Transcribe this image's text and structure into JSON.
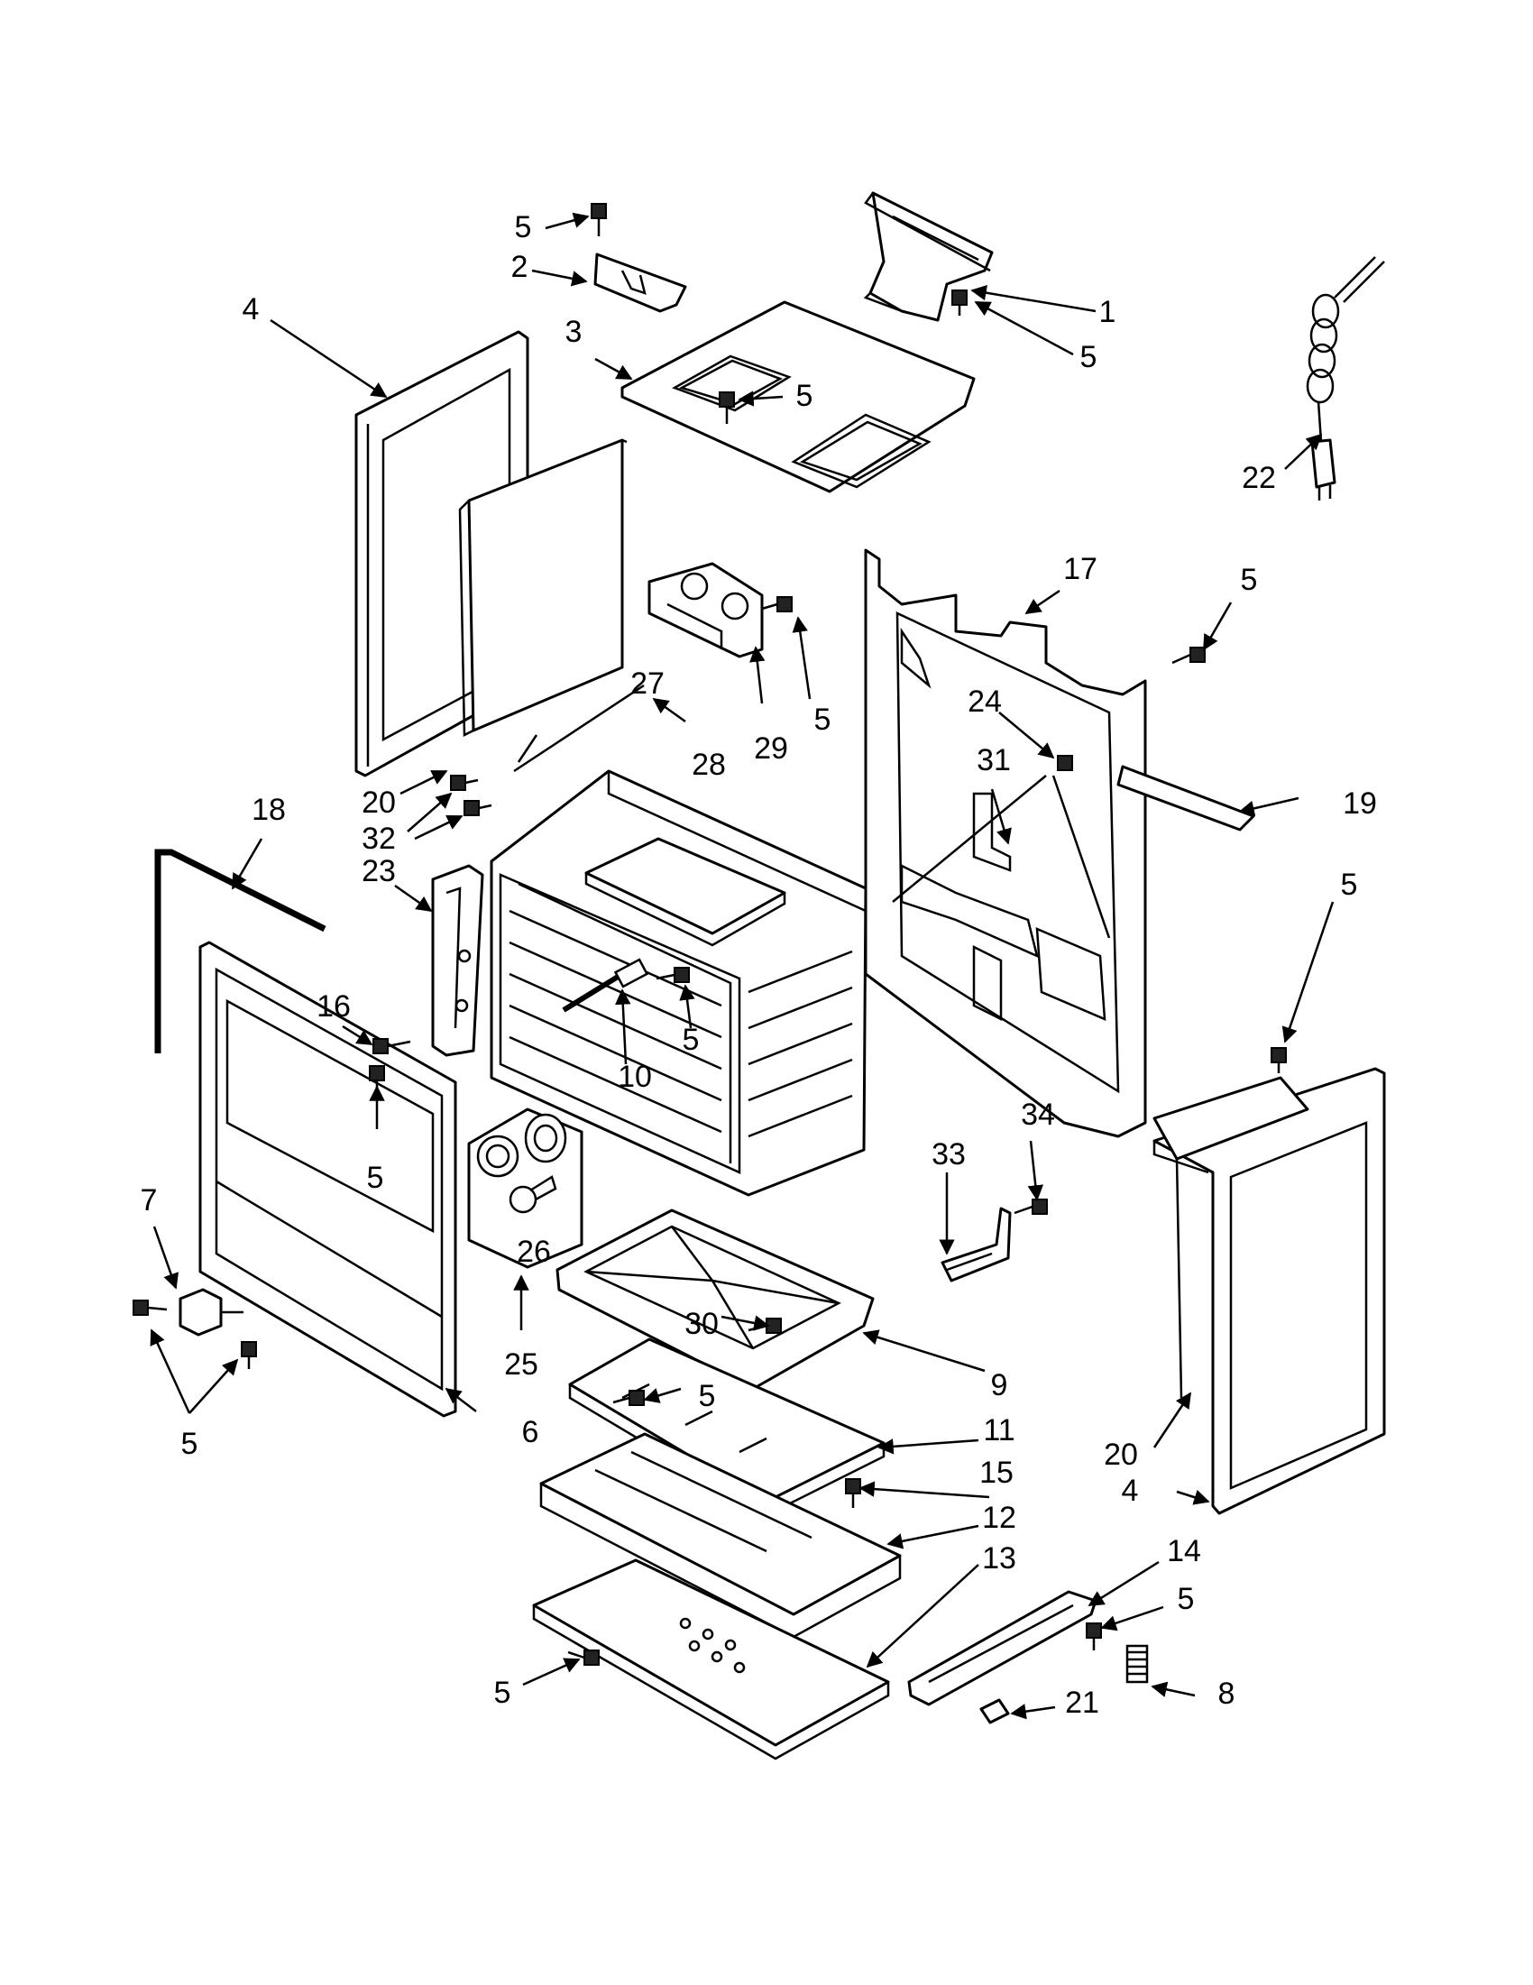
{
  "diagram": {
    "callouts": {
      "c1": "1",
      "c2": "2",
      "c3": "3",
      "c4a": "4",
      "c4b": "4",
      "c5a": "5",
      "c5b": "5",
      "c5c": "5",
      "c5d": "5",
      "c5e": "5",
      "c5f": "5",
      "c5g": "5",
      "c5h": "5",
      "c5i": "5",
      "c5j": "5",
      "c5k": "5",
      "c5l": "5",
      "c6": "6",
      "c7": "7",
      "c8": "8",
      "c9": "9",
      "c10": "10",
      "c11": "11",
      "c12": "12",
      "c13": "13",
      "c14": "14",
      "c15": "15",
      "c16": "16",
      "c17": "17",
      "c18": "18",
      "c19": "19",
      "c20a": "20",
      "c20b": "20",
      "c21": "21",
      "c22": "22",
      "c23": "23",
      "c24": "24",
      "c25": "25",
      "c26": "26",
      "c27": "27",
      "c28": "28",
      "c29": "29",
      "c30": "30",
      "c31": "31",
      "c32": "32",
      "c33": "33",
      "c34": "34"
    }
  }
}
